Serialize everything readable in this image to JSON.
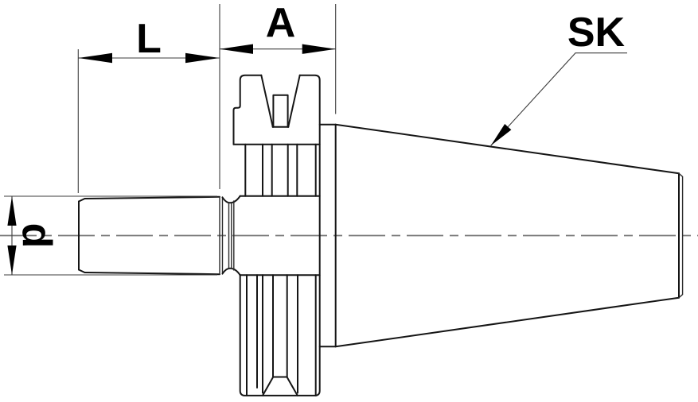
{
  "drawing": {
    "labels": {
      "shank_length": "L",
      "flange_width": "A",
      "taper_designation": "SK",
      "shank_diameter": "d"
    },
    "colors": {
      "background": "#ffffff",
      "outline": "#151515",
      "dimension_lines": "#3d3d3d",
      "centerline": "#7a7a7a",
      "label_text": "#000000"
    }
  }
}
